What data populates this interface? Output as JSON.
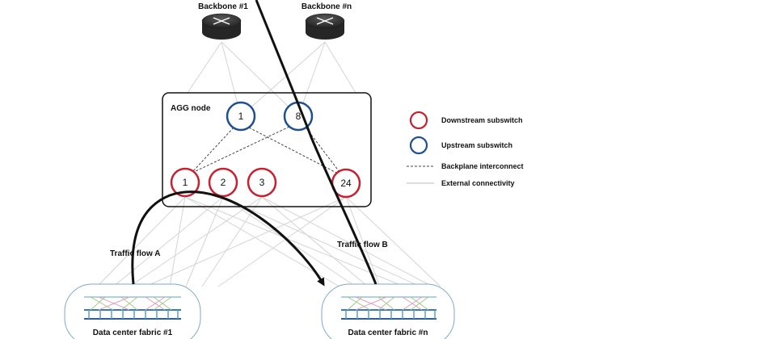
{
  "backbones": [
    {
      "label": "Backbone #1"
    },
    {
      "label": "Backbone #n"
    }
  ],
  "agg_node": {
    "label": "AGG node",
    "upstream": [
      "1",
      "8"
    ],
    "downstream": [
      "1",
      "2",
      "3",
      "24"
    ]
  },
  "legend": {
    "downstream": "Downstream subswitch",
    "upstream": "Upstream subswitch",
    "backplane": "Backplane interconnect",
    "external": "External connectivity"
  },
  "flows": {
    "a": "Traffic flow A",
    "b": "Traffic flow B"
  },
  "fabrics": [
    {
      "label": "Data center fabric #1"
    },
    {
      "label": "Data center fabric #n"
    }
  ],
  "colors": {
    "downstream": "#c8202e",
    "upstream": "#1d4f91",
    "router": "#3a3a3a",
    "flow": "#111111"
  }
}
